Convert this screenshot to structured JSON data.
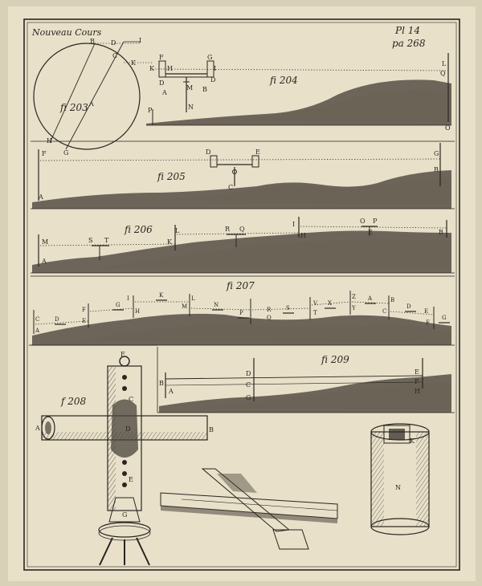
{
  "plate": {
    "header_left": "Nouveau Cours",
    "header_right_1": "Pl 14",
    "header_right_2": "pa 268"
  },
  "figures": {
    "fig203": "fi 203",
    "fig204": "fi 204",
    "fig205": "fi 205",
    "fig206": "fi 206",
    "fig207": "fi 207",
    "fig208": "f 208",
    "fig209": "fi 209"
  },
  "colors": {
    "paper": "#e8e0c9",
    "ink": "#2a2520",
    "shade": "#4a433a"
  }
}
